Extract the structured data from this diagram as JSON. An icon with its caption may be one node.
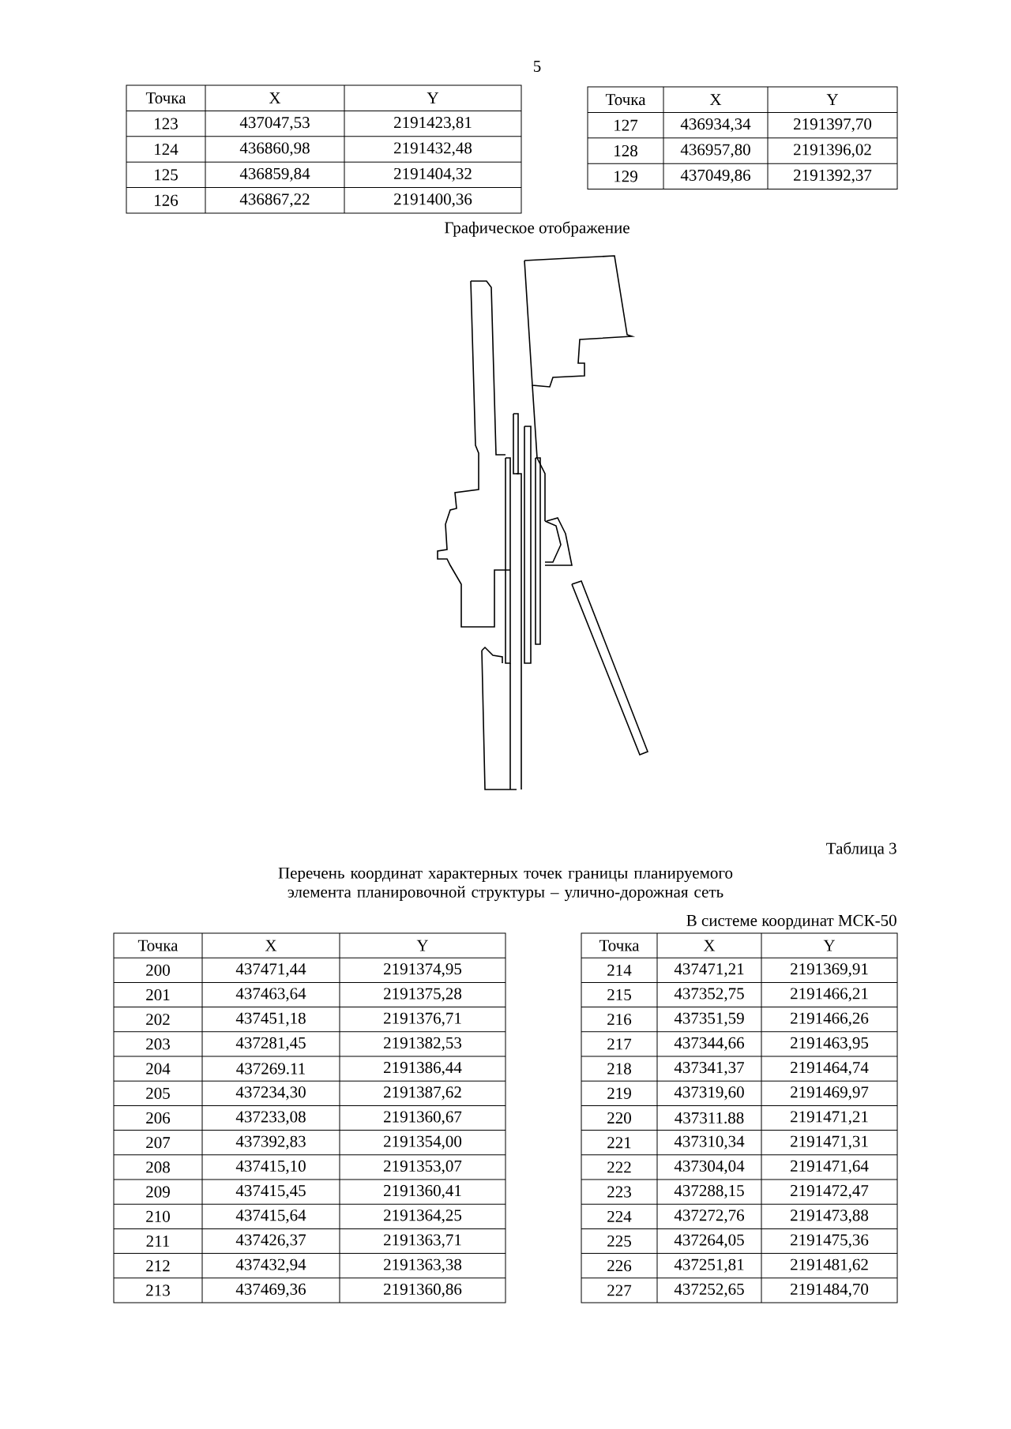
{
  "diagram": {
    "labels": [
      "5",
      "Точка",
      "X",
      "Y",
      "123",
      "437047,53",
      "2191423,81",
      "124",
      "436860,98",
      "2191432,48",
      "125",
      "436859,84",
      "2191404,32",
      "126",
      "436867,22",
      "2191400,36",
      "Точка",
      "X",
      "Y",
      "127",
      "436934,34",
      "2191397,70",
      "128",
      "436957,80",
      "2191396,02",
      "129",
      "437049,86",
      "2191392,37",
      "Графическое отображение",
      "Таблица 3",
      "Перечень координат характерных точек границы планируемого элемента планировочной структуры – улично-дорожная сеть",
      "В системе координат МСК-50",
      "Точка",
      "X",
      "Y",
      "200",
      "437471,44",
      "2191374,95",
      "201",
      "437463,64",
      "2191375,28",
      "202",
      "437451,18",
      "2191376,71",
      "203",
      "437281,45",
      "2191382,53",
      "204",
      "437269.11",
      "2191386,44",
      "205",
      "437234,30",
      "2191387,62",
      "206",
      "437233,08",
      "2191360,67",
      "207",
      "437392,83",
      "2191354,00",
      "208",
      "437415,10",
      "2191353,07",
      "209",
      "437415,45",
      "2191360,41",
      "210",
      "437415,64",
      "2191364,25",
      "211",
      "437426,37",
      "2191363,71",
      "212",
      "437432,94",
      "2191363,38",
      "213",
      "437469,36",
      "2191360,86",
      "Точка",
      "X",
      "Y",
      "214",
      "437471,21",
      "2191369,91",
      "215",
      "437352,75",
      "2191466,21",
      "216",
      "437351,59",
      "2191466,26",
      "217",
      "437344,66",
      "2191463,95",
      "218",
      "437341,37",
      "2191464,74",
      "219",
      "437319,60",
      "2191469,97",
      "220",
      "437311.88",
      "2191471,21",
      "221",
      "437310,34",
      "2191471,31",
      "222",
      "437304,04",
      "2191471,64",
      "223",
      "437288,15",
      "2191472,47",
      "224",
      "437272,76",
      "2191473,88",
      "225",
      "437264,05",
      "2191475,36",
      "226",
      "437251,81",
      "2191481,62",
      "227",
      "437252,65",
      "2191484,70"
    ]
  }
}
